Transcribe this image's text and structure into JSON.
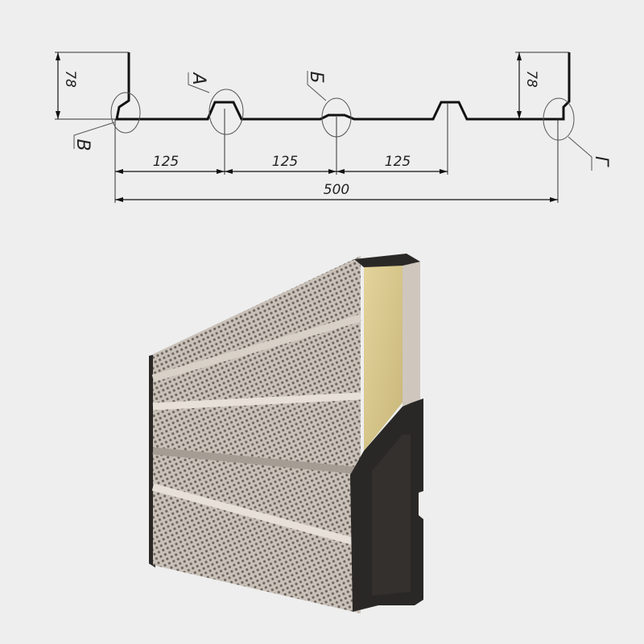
{
  "drawing": {
    "dimensions": {
      "height_left": "78",
      "height_right": "78",
      "pitch_1": "125",
      "pitch_2": "125",
      "pitch_3": "125",
      "total_width": "500"
    },
    "callouts": {
      "a": "А",
      "b": "Б",
      "v": "В",
      "g": "Г"
    }
  },
  "colors": {
    "background": "#eeeeee",
    "line": "#111111",
    "panel_face": "#bdb5ac",
    "insulation": "#d9c98f",
    "end_cap": "#2a2826"
  }
}
